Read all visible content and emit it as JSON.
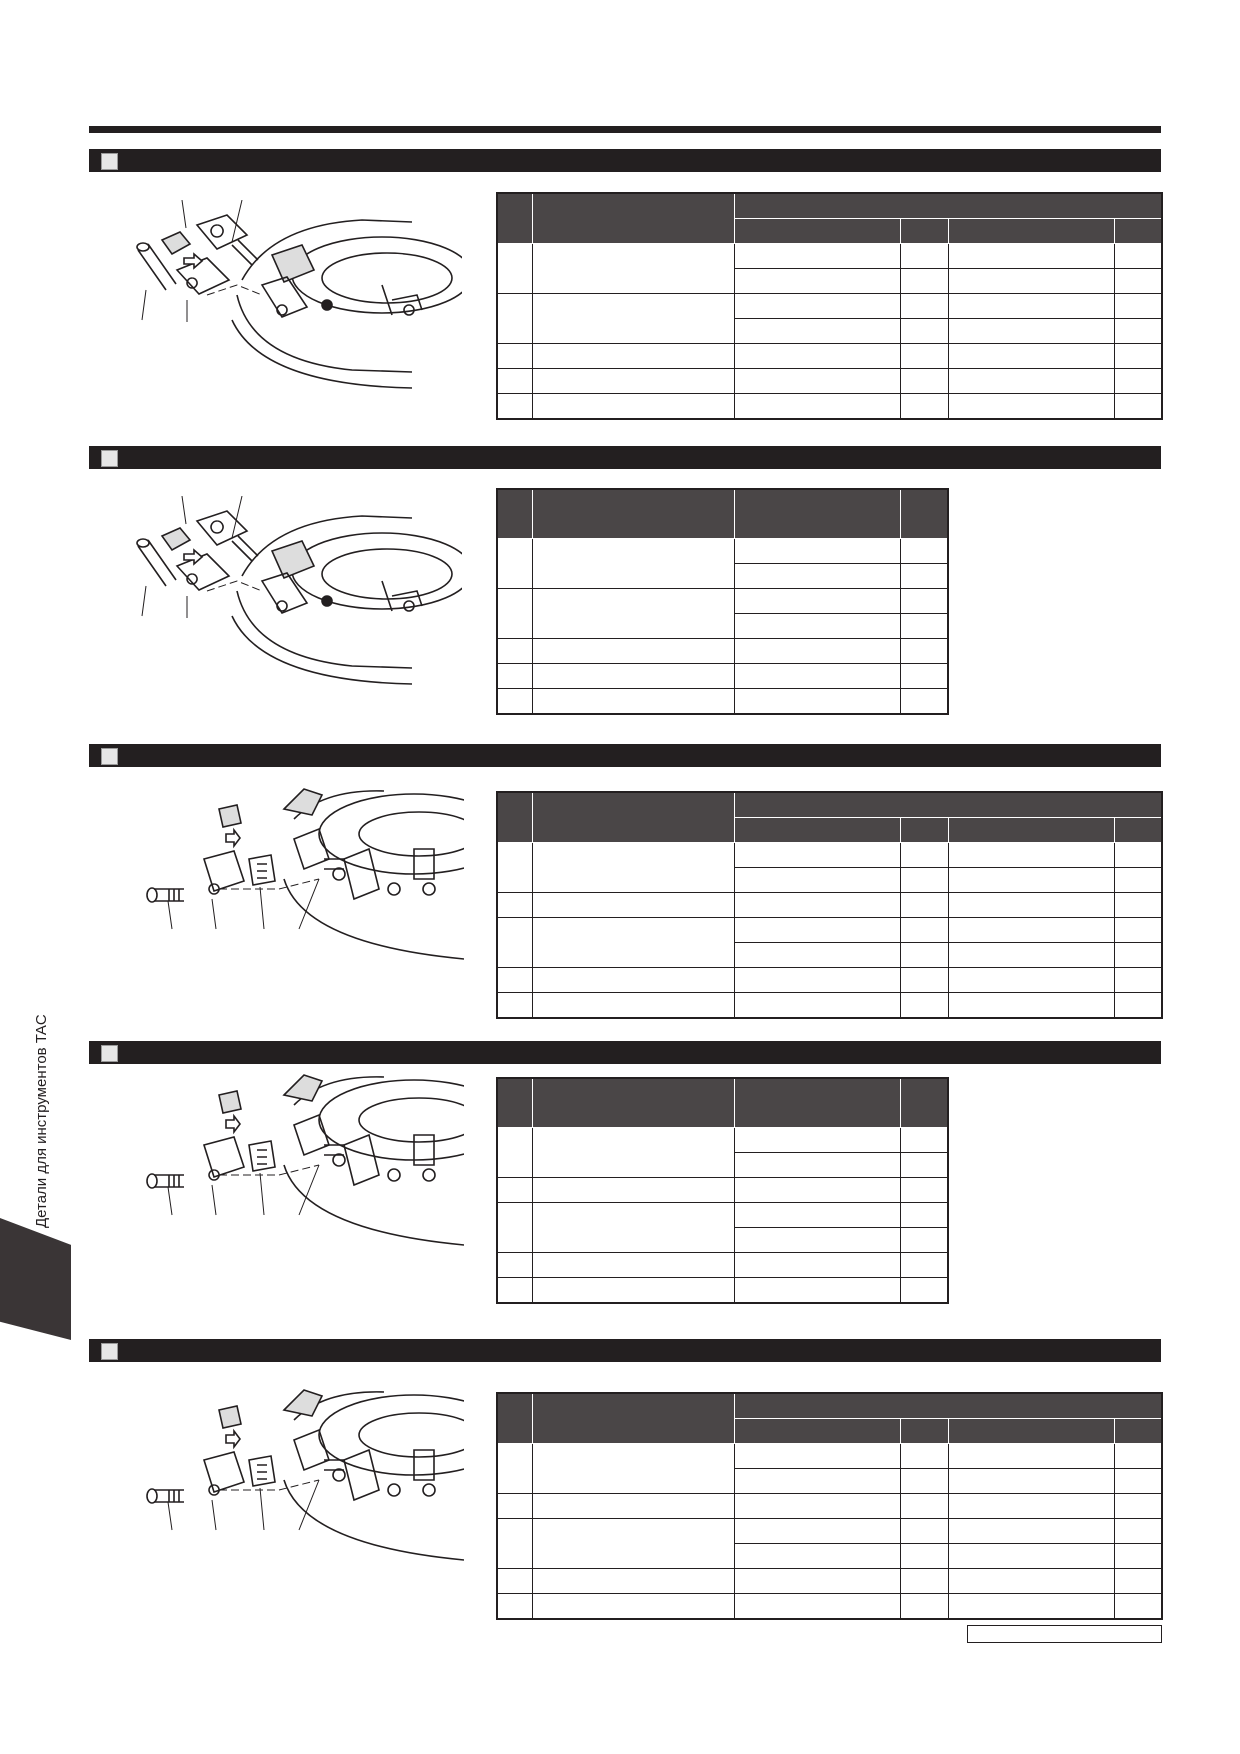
{
  "side_label": "Детали для инструментов TAC",
  "sections": [
    {
      "id": "s1",
      "variant": "wide",
      "figure": "wedge-clamp"
    },
    {
      "id": "s2",
      "variant": "narrow",
      "figure": "wedge-clamp"
    },
    {
      "id": "s3",
      "variant": "wide",
      "figure": "cartridge"
    },
    {
      "id": "s4",
      "variant": "narrow",
      "figure": "cartridge"
    },
    {
      "id": "s5",
      "variant": "wide",
      "figure": "cartridge"
    }
  ],
  "colors": {
    "bar": "#231f20",
    "table_header": "#4a4647",
    "tab": "#3a3536"
  }
}
